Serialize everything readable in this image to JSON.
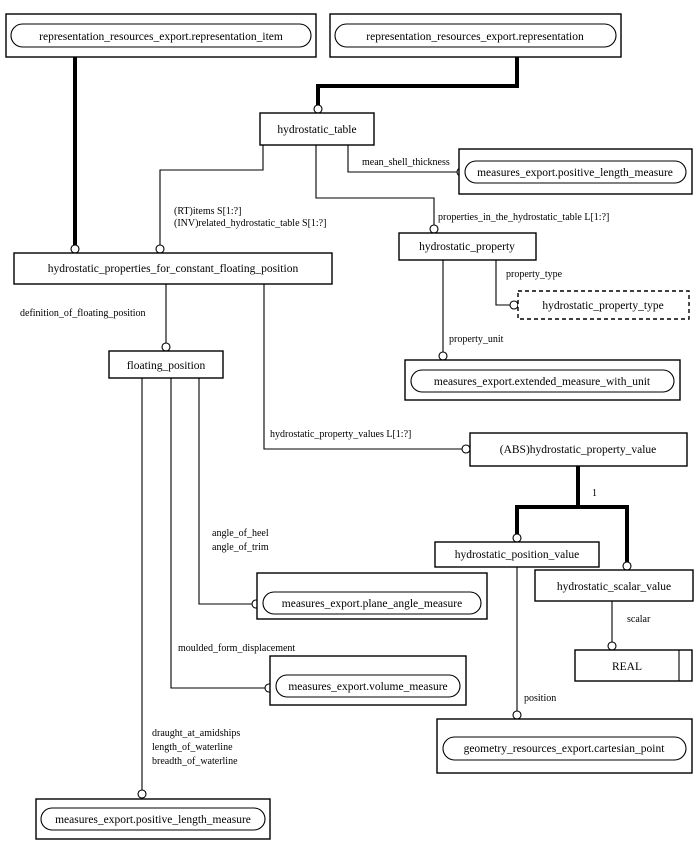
{
  "entities": {
    "rep_item": "representation_resources_export.representation_item",
    "rep": "representation_resources_export.representation",
    "hydro_table": "hydrostatic_table",
    "pos_len_1": "measures_export.positive_length_measure",
    "hydro_prop": "hydrostatic_property",
    "hp_for_cfp": "hydrostatic_properties_for_constant_floating_position",
    "hp_type": "hydrostatic_property_type",
    "floating_pos": "floating_position",
    "ext_measure": "measures_export.extended_measure_with_unit",
    "hp_value": "(ABS)hydrostatic_property_value",
    "pos_value": "hydrostatic_position_value",
    "scalar_value": "hydrostatic_scalar_value",
    "plane_angle": "measures_export.plane_angle_measure",
    "real": "REAL",
    "volume": "measures_export.volume_measure",
    "cart_point": "geometry_resources_export.cartesian_point",
    "pos_len_2": "measures_export.positive_length_measure"
  },
  "labels": {
    "mean_shell": "mean_shell_thickness",
    "rt_items": "(RT)items S[1:?]",
    "inv_related": "(INV)related_hydrostatic_table S[1:?]",
    "props_in_table": "properties_in_the_hydrostatic_table L[1:?]",
    "property_type": "property_type",
    "def_floating": "definition_of_floating_position",
    "property_unit": "property_unit",
    "hp_values": "hydrostatic_property_values L[1:?]",
    "one": "1",
    "heel": "angle_of_heel",
    "trim": "angle_of_trim",
    "scalar": "scalar",
    "moulded": "moulded_form_displacement",
    "position": "position",
    "draught": "draught_at_amidships",
    "length_wl": "length_of_waterline",
    "breadth_wl": "breadth_of_waterline"
  }
}
